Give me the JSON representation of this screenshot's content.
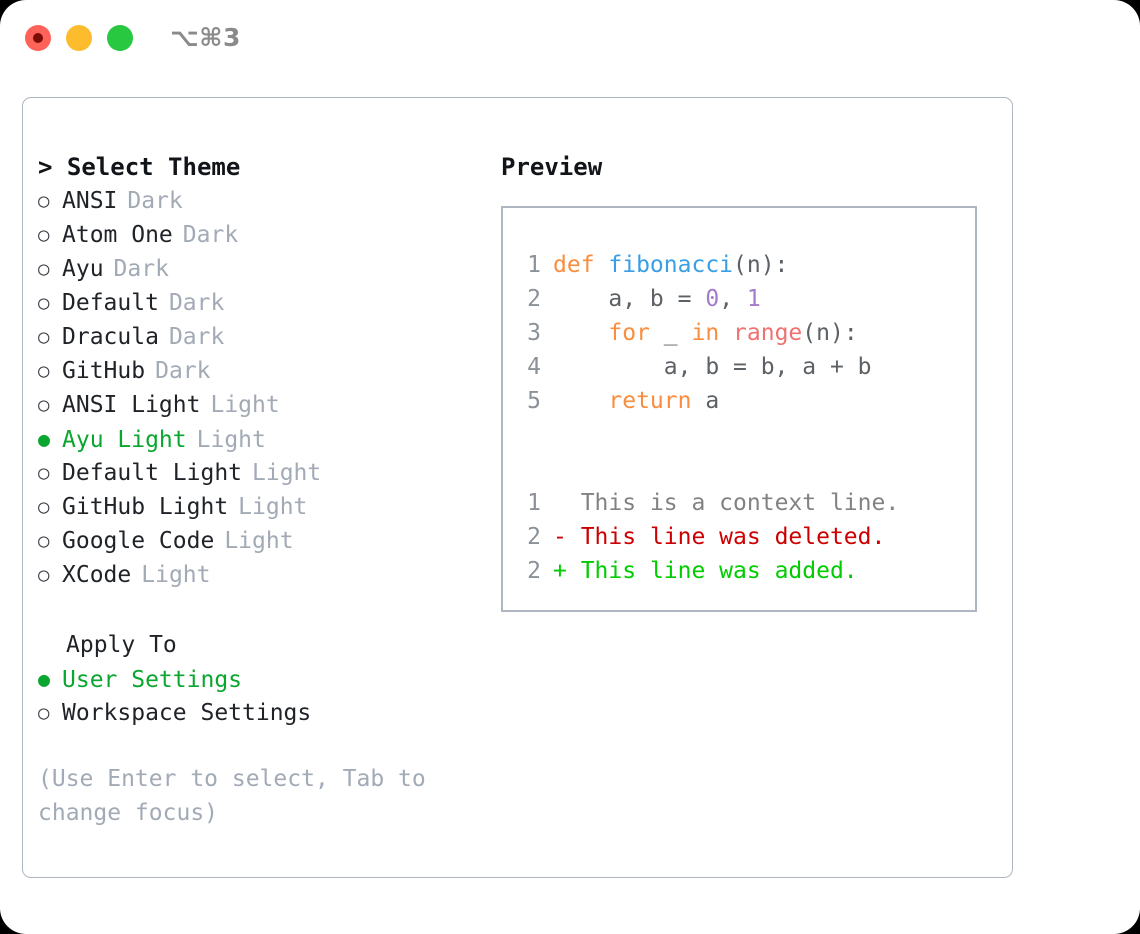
{
  "window": {
    "traffic_lights": [
      "close",
      "minimize",
      "maximize"
    ],
    "shortcut_label": "⌥⌘3",
    "colors": {
      "close": "#ff6259",
      "minimize": "#fdbc2d",
      "maximize": "#28c840",
      "accent_green": "#0aa62f",
      "muted": "#a2aab6",
      "border": "#aeb6c2"
    }
  },
  "theme_picker": {
    "header_prefix": ">",
    "header": "Select Theme",
    "radio_on": "●",
    "radio_off": "○",
    "items": [
      {
        "name": "ANSI",
        "tag": "Dark",
        "selected": false
      },
      {
        "name": "Atom One",
        "tag": "Dark",
        "selected": false
      },
      {
        "name": "Ayu",
        "tag": "Dark",
        "selected": false
      },
      {
        "name": "Default",
        "tag": "Dark",
        "selected": false
      },
      {
        "name": "Dracula",
        "tag": "Dark",
        "selected": false
      },
      {
        "name": "GitHub",
        "tag": "Dark",
        "selected": false
      },
      {
        "name": "ANSI Light",
        "tag": "Light",
        "selected": false
      },
      {
        "name": "Ayu Light",
        "tag": "Light",
        "selected": true
      },
      {
        "name": "Default Light",
        "tag": "Light",
        "selected": false
      },
      {
        "name": "GitHub Light",
        "tag": "Light",
        "selected": false
      },
      {
        "name": "Google Code",
        "tag": "Light",
        "selected": false
      },
      {
        "name": "XCode",
        "tag": "Light",
        "selected": false
      }
    ]
  },
  "apply_to": {
    "label": "Apply To",
    "options": [
      {
        "name": "User Settings",
        "selected": true
      },
      {
        "name": "Workspace Settings",
        "selected": false
      }
    ]
  },
  "hint": "(Use Enter to select, Tab to change focus)",
  "preview": {
    "title": "Preview",
    "code_lines": [
      {
        "number": "1",
        "tokens": [
          {
            "text": "def ",
            "type": "kw"
          },
          {
            "text": "fibonacci",
            "type": "fn"
          },
          {
            "text": "(n):",
            "type": "txt"
          }
        ]
      },
      {
        "number": "2",
        "tokens": [
          {
            "text": "    a, b = ",
            "type": "txt"
          },
          {
            "text": "0",
            "type": "num"
          },
          {
            "text": ", ",
            "type": "txt"
          },
          {
            "text": "1",
            "type": "num"
          }
        ]
      },
      {
        "number": "3",
        "tokens": [
          {
            "text": "    ",
            "type": "txt"
          },
          {
            "text": "for",
            "type": "kw"
          },
          {
            "text": " _ ",
            "type": "txt"
          },
          {
            "text": "in",
            "type": "kw"
          },
          {
            "text": " ",
            "type": "txt"
          },
          {
            "text": "range",
            "type": "call"
          },
          {
            "text": "(n):",
            "type": "txt"
          }
        ]
      },
      {
        "number": "4",
        "tokens": [
          {
            "text": "        a, b = b, a + b",
            "type": "txt"
          }
        ]
      },
      {
        "number": "5",
        "tokens": [
          {
            "text": "    ",
            "type": "txt"
          },
          {
            "text": "return",
            "type": "kw"
          },
          {
            "text": " a",
            "type": "txt"
          }
        ]
      }
    ],
    "diff_lines": [
      {
        "number": "1",
        "marker": "  ",
        "text": "This is a context line.",
        "type": "ctx"
      },
      {
        "number": "2",
        "marker": "- ",
        "text": "This line was deleted.",
        "type": "del"
      },
      {
        "number": "2",
        "marker": "+ ",
        "text": "This line was added.",
        "type": "add"
      }
    ],
    "syntax_colors": {
      "keyword": "#fa8d3e",
      "function": "#399ee6",
      "number": "#a37acc",
      "builtin_call": "#f07171",
      "text": "#5c6166",
      "line_number": "#8a9199",
      "diff_context": "#828282",
      "diff_deleted": "#cc0000",
      "diff_added": "#00cc00"
    }
  }
}
